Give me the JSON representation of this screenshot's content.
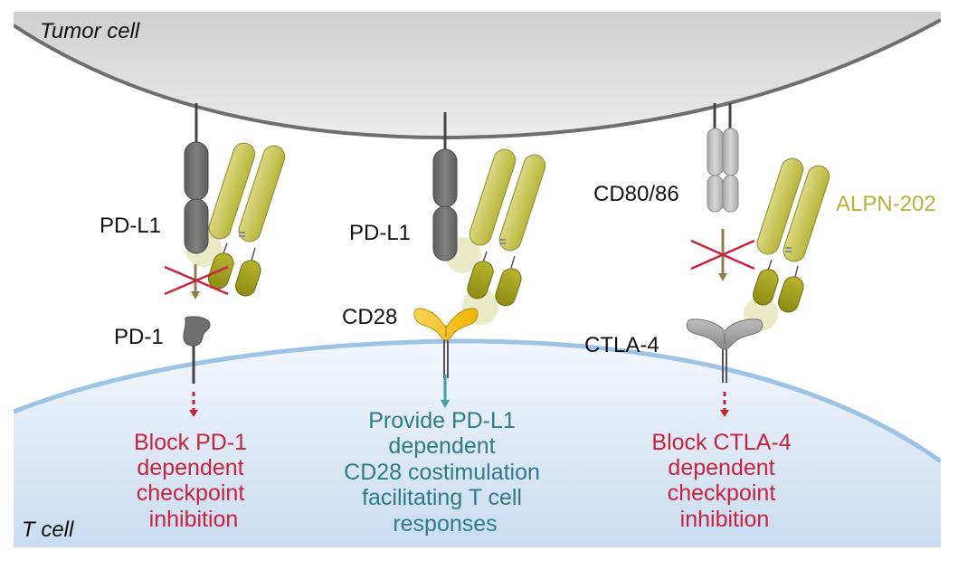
{
  "diagram": {
    "cells": {
      "tumor": "Tumor cell",
      "tcell": "T cell"
    },
    "drug": {
      "name": "ALPN-202",
      "color": "#b5b23a"
    },
    "panels": [
      {
        "ligand": "PD-L1",
        "receptor": "PD-1",
        "interaction_blocked": true,
        "outcome_lines": [
          "Block PD-1",
          "dependent",
          "checkpoint",
          "inhibition"
        ],
        "outcome_color": "#c8223f"
      },
      {
        "ligand": "PD-L1",
        "receptor": "CD28",
        "interaction_blocked": false,
        "outcome_lines": [
          "Provide PD-L1",
          "dependent",
          "CD28 costimulation",
          "facilitating T cell",
          "responses"
        ],
        "outcome_color": "#2e7c86"
      },
      {
        "ligand": "CD80/86",
        "receptor": "CTLA-4",
        "interaction_blocked": true,
        "outcome_lines": [
          "Block CTLA-4",
          "dependent",
          "checkpoint",
          "inhibition"
        ],
        "outcome_color": "#c8223f"
      }
    ],
    "colors": {
      "tumor_fill": "#d9d9d9",
      "tumor_membrane": "#6e6e6e",
      "tcell_fill": "#dce9f6",
      "tcell_membrane": "#9fc3e5",
      "pdl1": "#6d6d6d",
      "cd80": "#bdbdbd",
      "cd28": "#f6c02c",
      "ctla4": "#9a9a9a",
      "binding_halo": "#e8e8c0",
      "block_x": "#c8223f",
      "signal_arrow": "#8c7f4e",
      "activation_arrow": "#3aa3a3"
    }
  }
}
